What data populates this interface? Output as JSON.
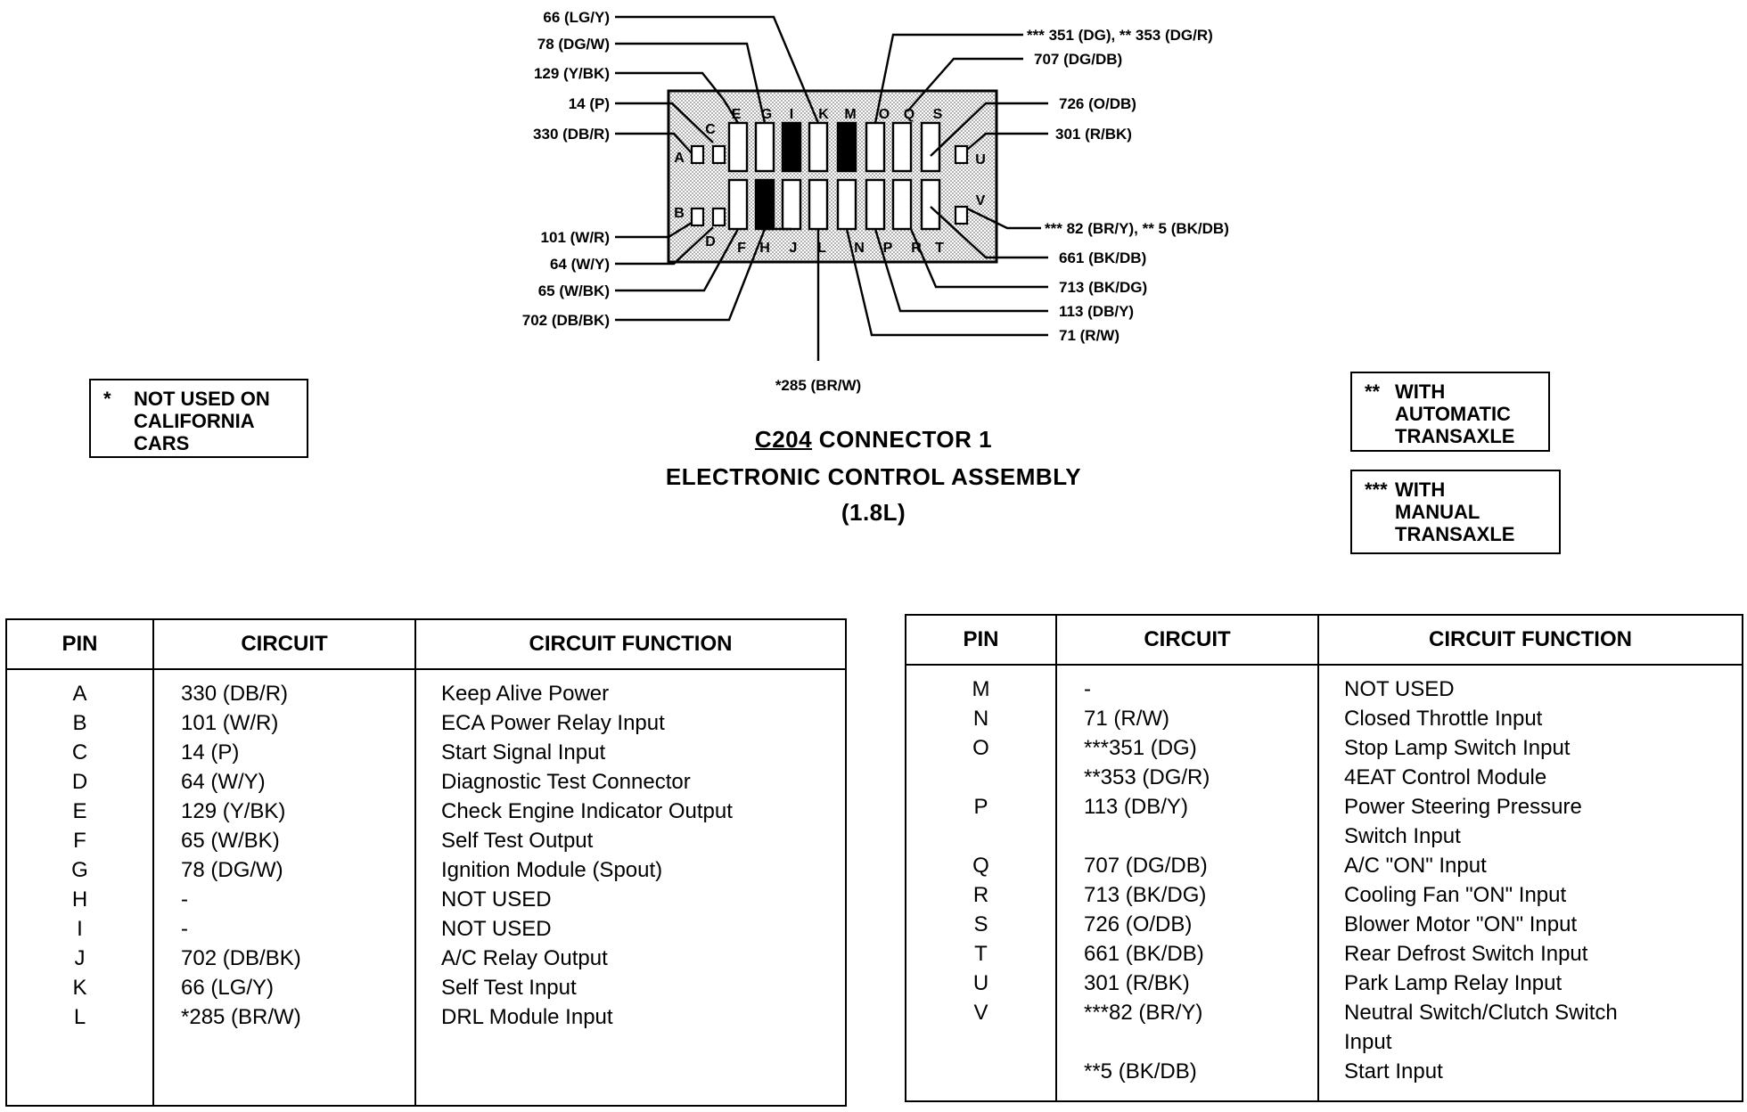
{
  "title": {
    "connector_id": "C204",
    "line1_rest": " CONNECTOR 1",
    "line2": "ELECTRONIC CONTROL ASSEMBLY",
    "line3": "(1.8L)"
  },
  "notes": {
    "single": {
      "mark": "*",
      "text": "NOT USED ON\nCALIFORNIA\nCARS"
    },
    "double": {
      "mark": "**",
      "text": "WITH\nAUTOMATIC\nTRANSAXLE"
    },
    "triple": {
      "mark": "***",
      "text": "WITH\nMANUAL\nTRANSAXLE"
    }
  },
  "connector": {
    "pin_letters": [
      "A",
      "B",
      "C",
      "D",
      "E",
      "F",
      "G",
      "H",
      "I",
      "J",
      "K",
      "L",
      "M",
      "N",
      "O",
      "P",
      "Q",
      "R",
      "S",
      "T",
      "U",
      "V"
    ],
    "callouts": {
      "K": "66 (LG/Y)",
      "G": "78 (DG/W)",
      "E": "129 (Y/BK)",
      "C": "14 (P)",
      "A": "330 (DB/R)",
      "B": "101 (W/R)",
      "D": "64 (W/Y)",
      "F": "65 (W/BK)",
      "J": "702 (DB/BK)",
      "L": "*285 (BR/W)",
      "O": "*** 351 (DG), ** 353 (DG/R)",
      "Q": "707 (DG/DB)",
      "S": "726 (O/DB)",
      "U": "301 (R/BK)",
      "V": "*** 82 (BR/Y), ** 5 (BK/DB)",
      "T": "661 (BK/DB)",
      "R": "713 (BK/DG)",
      "P": "113 (DB/Y)",
      "N": "71 (R/W)"
    }
  },
  "table_headers": {
    "pin": "PIN",
    "circuit": "CIRCUIT",
    "function": "CIRCUIT FUNCTION"
  },
  "table_left": [
    {
      "pin": "A",
      "circuit": "330 (DB/R)",
      "function": "Keep Alive Power"
    },
    {
      "pin": "B",
      "circuit": "101 (W/R)",
      "function": "ECA Power Relay Input"
    },
    {
      "pin": "C",
      "circuit": "14 (P)",
      "function": "Start Signal Input"
    },
    {
      "pin": "D",
      "circuit": "64 (W/Y)",
      "function": "Diagnostic Test Connector"
    },
    {
      "pin": "E",
      "circuit": "129 (Y/BK)",
      "function": "Check Engine Indicator Output"
    },
    {
      "pin": "F",
      "circuit": "65 (W/BK)",
      "function": "Self Test Output"
    },
    {
      "pin": "G",
      "circuit": "78 (DG/W)",
      "function": "Ignition Module (Spout)"
    },
    {
      "pin": "H",
      "circuit": "-",
      "function": "NOT USED"
    },
    {
      "pin": "I",
      "circuit": "-",
      "function": "NOT USED"
    },
    {
      "pin": "J",
      "circuit": "702 (DB/BK)",
      "function": "A/C Relay Output"
    },
    {
      "pin": "K",
      "circuit": "66 (LG/Y)",
      "function": "Self Test Input"
    },
    {
      "pin": "L",
      "circuit": "*285 (BR/W)",
      "function": "DRL Module Input"
    }
  ],
  "table_right": [
    {
      "pin": "M",
      "circuit": "-",
      "function": "NOT USED"
    },
    {
      "pin": "N",
      "circuit": "71 (R/W)",
      "function": "Closed Throttle Input"
    },
    {
      "pin": "O",
      "circuit": "***351 (DG)",
      "function": "Stop Lamp Switch Input"
    },
    {
      "pin": "",
      "circuit": "**353 (DG/R)",
      "function": "4EAT Control Module"
    },
    {
      "pin": "P",
      "circuit": "113 (DB/Y)",
      "function": "Power Steering Pressure"
    },
    {
      "pin": "",
      "circuit": "",
      "function": "Switch Input"
    },
    {
      "pin": "Q",
      "circuit": "707 (DG/DB)",
      "function": "A/C \"ON\" Input"
    },
    {
      "pin": "R",
      "circuit": "713 (BK/DG)",
      "function": "Cooling Fan \"ON\" Input"
    },
    {
      "pin": "S",
      "circuit": "726 (O/DB)",
      "function": "Blower Motor \"ON\" Input"
    },
    {
      "pin": "T",
      "circuit": "661 (BK/DB)",
      "function": "Rear Defrost Switch Input"
    },
    {
      "pin": "U",
      "circuit": "301 (R/BK)",
      "function": "Park Lamp Relay Input"
    },
    {
      "pin": "V",
      "circuit": "***82 (BR/Y)",
      "function": "Neutral Switch/Clutch Switch"
    },
    {
      "pin": "",
      "circuit": "",
      "function": "Input"
    },
    {
      "pin": "",
      "circuit": "**5 (BK/DB)",
      "function": "Start Input"
    }
  ]
}
